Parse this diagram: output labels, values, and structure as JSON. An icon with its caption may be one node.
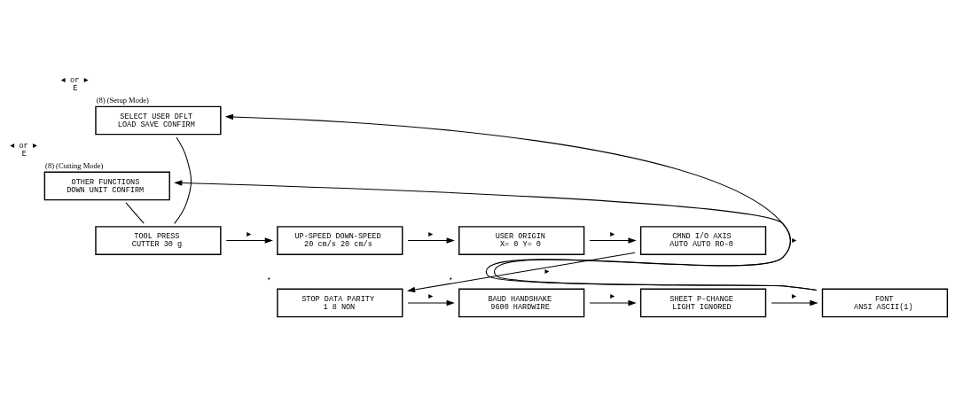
{
  "diagram": {
    "nodes": [
      {
        "text": [
          "(8) (Setup Mode)",
          "SELECT USER DFLT",
          "LOAD SAVE CONFIRM"
        ],
        "beside": [
          "◄ or ►",
          "E"
        ]
      },
      {
        "text": [
          "(8) (Cutting Mode)",
          "OTHER FUNCTIONS",
          "DOWN UNIT CONFIRM"
        ],
        "beside": [
          "◄ or ►",
          "E"
        ]
      },
      {
        "text": [
          "TOOL PRESS",
          "CUTTER 30 g"
        ]
      },
      {
        "text": [
          "UP-SPEED DOWN-SPEED",
          "20 cm/s 20 cm/s"
        ]
      },
      {
        "text": [
          "USER ORIGIN",
          "X= 0 Y= 0"
        ]
      },
      {
        "text": [
          "CMND I/O AXIS",
          "AUTO AUTO RO-0"
        ]
      },
      {
        "text": [
          "FONT",
          "ANSI ASCII(1)"
        ]
      },
      {
        "text": [
          "SHEET P-CHANGE",
          "LIGHT IGNORED"
        ]
      },
      {
        "text": [
          "BAUD HANDSHAKE",
          "9600 HARDWIRE"
        ],
        "beside": [
          "*"
        ]
      },
      {
        "text": [
          "STOP DATA PARITY",
          "1 8 NON"
        ],
        "beside": [
          "*"
        ]
      }
    ],
    "edges": [
      {
        "from": 2,
        "to": 3,
        "arrow": "to",
        "label": "►"
      },
      {
        "from": 3,
        "to": 4,
        "arrow": "to",
        "label": "►"
      },
      {
        "from": 4,
        "to": 5,
        "arrow": "to",
        "label": "►"
      },
      {
        "from": 5,
        "to": 9,
        "arrow": "to",
        "label": "►"
      },
      {
        "from": 9,
        "to": 8,
        "arrow": "to",
        "label": "►"
      },
      {
        "from": 8,
        "to": 7,
        "arrow": "to",
        "label": "►"
      },
      {
        "from": 7,
        "to": 6,
        "arrow": "to",
        "label": "►"
      },
      {
        "from": 6,
        "to": 1,
        "arrow": "to",
        "label": "►"
      },
      {
        "from": 6,
        "to": 0,
        "arrow": "to"
      },
      {
        "from": 0,
        "to": 2,
        "arrow": "none"
      },
      {
        "from": 1,
        "to": 2,
        "arrow": "none"
      }
    ]
  }
}
